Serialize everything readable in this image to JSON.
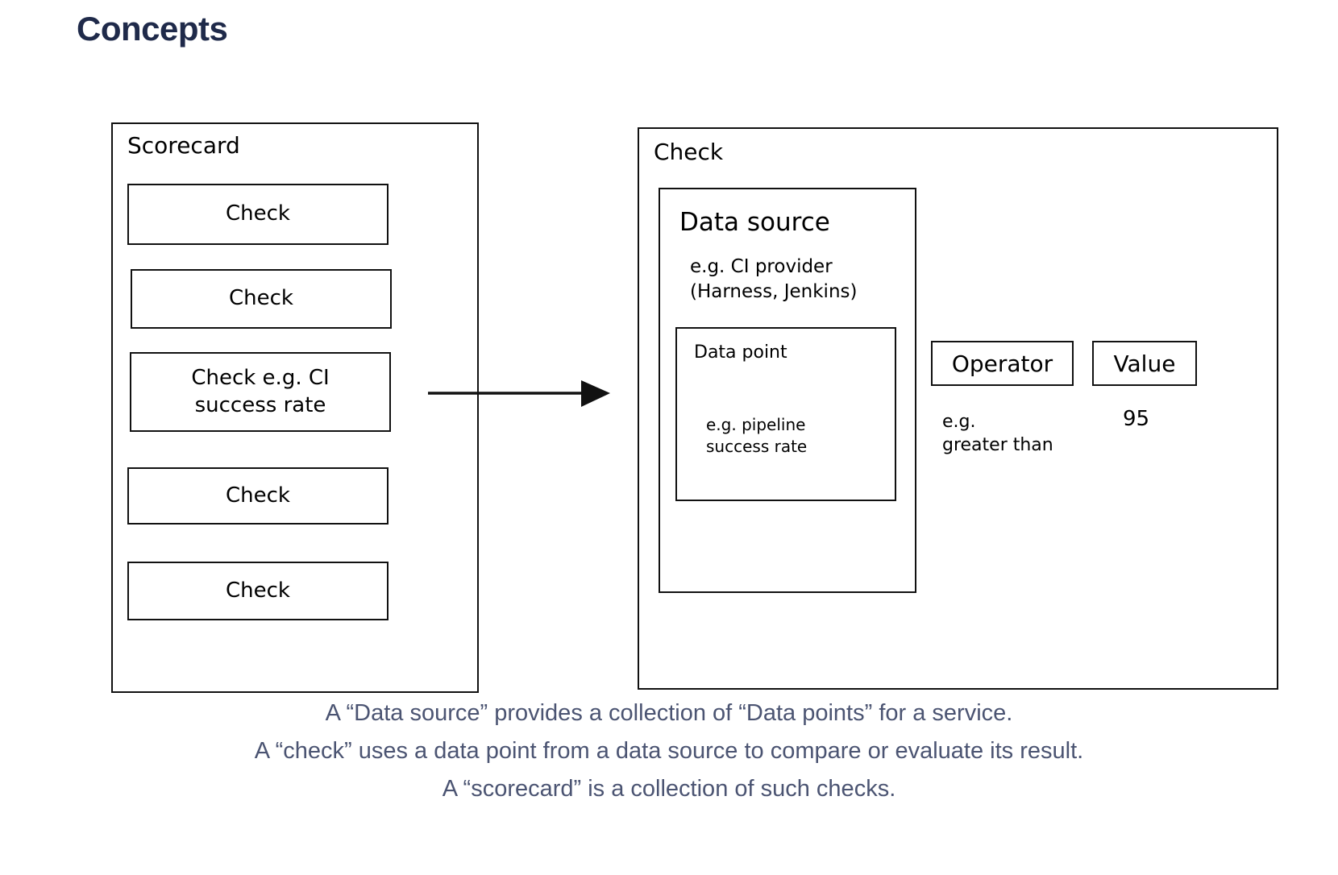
{
  "page": {
    "title": "Concepts",
    "title_color": "#1f2a4a",
    "background": "#ffffff",
    "caption_color": "#4b5472",
    "stroke_color": "#111111"
  },
  "diagram": {
    "scorecard": {
      "label": "Scorecard",
      "checks": [
        {
          "label": "Check"
        },
        {
          "label": "Check"
        },
        {
          "label": "Check e.g. CI\nsuccess rate"
        },
        {
          "label": "Check"
        },
        {
          "label": "Check"
        }
      ]
    },
    "arrow": {
      "icon": "arrow-right-icon",
      "from": "scorecard-check-ci-success-rate",
      "to": "check-detail"
    },
    "check": {
      "label": "Check",
      "data_source": {
        "title": "Data source",
        "note": "e.g. CI provider\n(Harness, Jenkins)",
        "data_point": {
          "title": "Data point",
          "note": "e.g. pipeline\nsuccess rate"
        }
      },
      "operator": {
        "label": "Operator",
        "note": "e.g.\ngreater than"
      },
      "value": {
        "label": "Value",
        "note": "95"
      }
    }
  },
  "caption": {
    "lines": [
      "A “Data source” provides a collection of “Data points” for a service.",
      "A “check” uses a data point from a data source to compare or evaluate its result.",
      "A “scorecard” is a collection of such checks."
    ]
  }
}
